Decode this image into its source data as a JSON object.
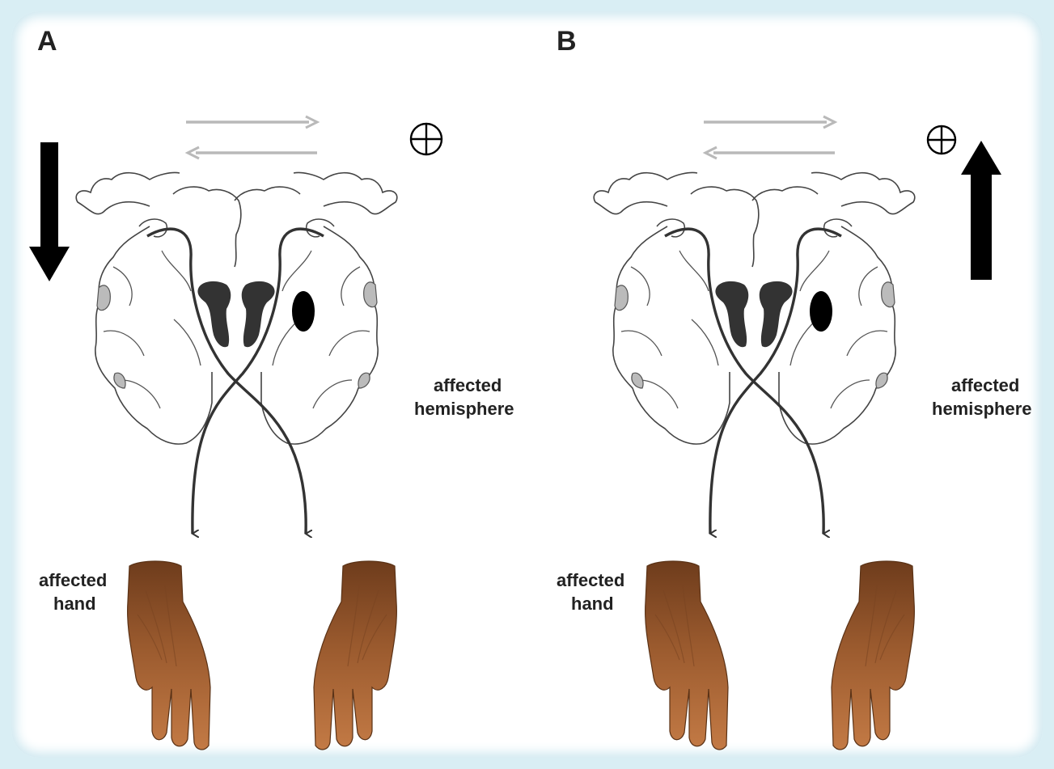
{
  "panels": [
    {
      "id": "A",
      "label": "A",
      "hemisphere_label_line1": "affected",
      "hemisphere_label_line2": "hemisphere",
      "hand_label_line1": "affected",
      "hand_label_line2": "hand",
      "plus_symbol": "⊕",
      "big_arrow_direction": "down"
    },
    {
      "id": "B",
      "label": "B",
      "hemisphere_label_line1": "affected",
      "hemisphere_label_line2": "hemisphere",
      "hand_label_line1": "affected",
      "hand_label_line2": "hand",
      "plus_symbol": "⊕",
      "big_arrow_direction": "up"
    }
  ],
  "colors": {
    "frame": "#d9eef4",
    "arrow_gray": "#b9b9b9",
    "tract": "#333333",
    "ventricle": "#333333",
    "lesion": "#000000",
    "skin": "#9a5a2e"
  },
  "icons": [
    "circled-plus-icon",
    "large-down-arrow-icon",
    "large-up-arrow-icon",
    "brain-outline-icon",
    "hand-icon"
  ]
}
